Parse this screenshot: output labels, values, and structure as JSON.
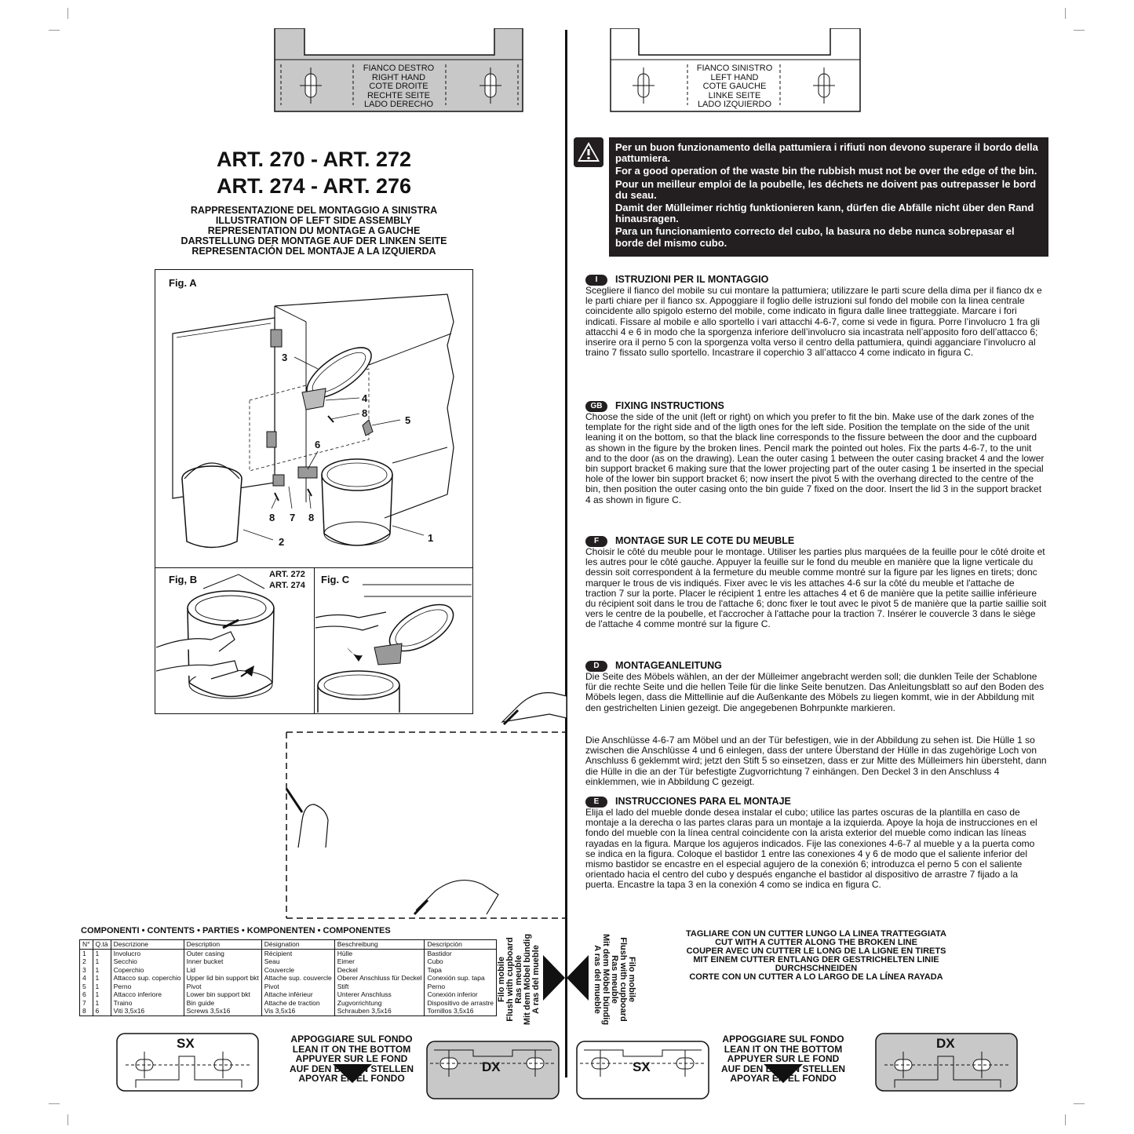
{
  "templates": {
    "right_side_labels": [
      "FIANCO DESTRO",
      "RIGHT HAND",
      "COTE DROITE",
      "RECHTE SEITE",
      "LADO DERECHO"
    ],
    "left_side_labels": [
      "FIANCO SINISTRO",
      "LEFT HAND",
      "COTE GAUCHE",
      "LINKE SEITE",
      "LADO IZQUIERDO"
    ]
  },
  "title": {
    "line1": "ART. 270 - ART. 272",
    "line2": "ART. 274 - ART. 276"
  },
  "subtitles": [
    "RAPPRESENTAZIONE DEL MONTAGGIO A SINISTRA",
    "ILLUSTRATION OF LEFT SIDE ASSEMBLY",
    "REPRESENTATION DU MONTAGE A GAUCHE",
    "DARSTELLUNG DER MONTAGE AUF DER LINKEN SEITE",
    "REPRESENTACIÓN DEL MONTAJE A LA IZQUIERDA"
  ],
  "figures": {
    "fig_a": "Fig. A",
    "fig_b": "Fig, B",
    "fig_c": "Fig. C",
    "fig_b_art1": "ART. 272",
    "fig_b_art2": "ART. 274",
    "callouts": {
      "c3": "3",
      "c4": "4",
      "c8a": "8",
      "c5": "5",
      "c6": "6",
      "c8b": "8",
      "c7": "7",
      "c8c": "8",
      "c2": "2",
      "c1": "1"
    }
  },
  "warning": [
    "Per un buon funzionamento della pattumiera i rifiuti non devono superare il bordo della pattumiera.",
    "For a good operation of the waste bin the rubbish must not be over the edge of the bin.",
    "Pour un meilleur emploi de la poubelle, les déchets ne doivent pas outrepasser le bord du seau.",
    "Damit der Mülleimer richtig funktionieren kann, dürfen die Abfälle nicht über den Rand hinausragen.",
    "Para un funcionamiento correcto del cubo, la basura no debe nunca sobrepasar el borde del mismo cubo."
  ],
  "instructions": {
    "it": {
      "badge": "I",
      "heading": "ISTRUZIONI PER IL MONTAGGIO",
      "text": "Scegliere il fianco del mobile su cui montare la pattumiera; utilizzare le parti scure della dima per il fianco dx e le parti chiare per il fianco sx. Appoggiare il foglio delle istruzioni sul fondo del mobile con la linea centrale coincidente allo spigolo esterno del mobile, come indicato in figura dalle linee tratteggiate. Marcare i fori indicati. Fissare al mobile e allo sportello i vari attacchi 4-6-7, come si vede in figura. Porre l’involucro 1 fra gli attacchi 4 e 6 in modo che la sporgenza inferiore dell’involucro sia incastrata nell’apposito foro dell’attacco 6; inserire ora il perno 5 con la sporgenza volta verso il centro della pattumiera, quindi agganciare l’involucro al traino 7 fissato sullo sportello. Incastrare il coperchio 3 all’attacco 4 come indicato in figura C."
    },
    "gb": {
      "badge": "GB",
      "heading": "FIXING INSTRUCTIONS",
      "text": "Choose the side of the unit (left or right) on which you prefer to fit the bin. Make use of the dark zones of the template for the right side and of the ligth ones for the left side. Position the template on the side of the unit leaning it on the bottom, so that the black line corresponds to the fissure between the door and the cupboard as shown in the figure by the broken lines. Pencil mark the pointed out holes. Fix the parts 4-6-7, to the unit and to the door (as on the drawing). Lean the outer casing 1 between the outer casing bracket 4 and the lower bin support bracket 6 making sure that the lower projecting part of the outer casing 1 be inserted in the special hole of the lower bin support bracket 6; now insert the pivot 5 with the overhang directed to the centre of the bin, then position the outer casing onto the bin guide 7 fixed on the door. Insert the lid 3 in the support bracket 4 as shown in figure C."
    },
    "f": {
      "badge": "F",
      "heading": "MONTAGE SUR LE COTE DU MEUBLE",
      "text": "Choisir le côté du meuble pour le montage. Utiliser les parties plus marquées de la feuille pour le côté droite et les autres pour le côté gauche. Appuyer la feuille sur le fond du meuble en manière que la ligne verticale du dessin soit correspondent à la fermeture du meuble comme montré sur la figure par les lignes en tirets; donc marquer le trous de vis indiqués. Fixer avec le vis les attaches 4-6 sur la côté du meuble et l'attache de traction 7 sur la porte. Placer le récipient 1 entre les attaches 4 et 6 de manière que la petite saillie inférieure du récipient soit dans le trou de l'attache 6; donc fixer le tout avec le pivot 5 de manière que la partie saillie soit vers le centre de la poubelle, et l'accrocher à l'attache pour la traction 7. Insérer le couvercle 3 dans le siège de l'attache 4 comme montré sur la figure C."
    },
    "d": {
      "badge": "D",
      "heading": "MONTAGEANLEITUNG",
      "text1": "Die Seite des Möbels wählen, an der der Mülleimer angebracht werden soll; die dunklen Teile der Schablone für die rechte Seite und die hellen Teile für die linke Seite benutzen. Das Anleitungsblatt so auf den Boden des Möbels legen, dass die Mittellinie auf die Außenkante des Möbels zu liegen kommt, wie in der Abbildung mit den gestrichelten Linien gezeigt. Die angegebenen Bohrpunkte markieren.",
      "text2": "Die Anschlüsse 4-6-7 am Möbel und an der Tür befestigen, wie in der Abbildung zu sehen ist. Die Hülle 1 so zwischen die Anschlüsse 4 und 6 einlegen, dass der untere Überstand der Hülle in das zugehörige Loch von Anschluss 6 geklemmt wird; jetzt den Stift 5 so einsetzen, dass er zur Mitte des Mülleimers hin übersteht, dann die Hülle in die an der Tür befestigte Zugvorrichtung 7 einhängen. Den Deckel 3 in den Anschluss 4 einklemmen, wie in Abbildung C gezeigt."
    },
    "e": {
      "badge": "E",
      "heading": "INSTRUCCIONES PARA EL MONTAJE",
      "text": "Elija el lado del mueble donde desea instalar el cubo; utilice las partes oscuras de la plantilla en caso de montaje a la derecha o las partes claras para un montaje a la izquierda. Apoye la hoja de instrucciones en el fondo del mueble con la línea central coincidente con la arista exterior del mueble como indican las líneas rayadas en la figura. Marque los agujeros indicados. Fije las conexiones 4-6-7 al mueble y a la puerta como se indica en la figura. Coloque el bastidor 1 entre las conexiones 4 y 6 de modo que el saliente inferior del mismo bastidor se encastre en el especial agujero de la conexión 6; introduzca el perno 5 con el saliente orientado hacia el centro del cubo y después enganche el bastidor al dispositivo de arrastre 7 fijado a la puerta. Encastre la tapa 3 en la conexión 4 como se indica en figura C."
    }
  },
  "components": {
    "title": "COMPONENTI • CONTENTS • PARTIES • KOMPONENTEN • COMPONENTES",
    "headers": [
      "N°",
      "Q.tà",
      "Descrizione",
      "Description",
      "Désignation",
      "Beschreibung",
      "Descripción"
    ],
    "rows": [
      [
        "1",
        "1",
        "Involucro",
        "Outer casing",
        "Récipient",
        "Hülle",
        "Bastidor"
      ],
      [
        "2",
        "1",
        "Secchio",
        "Inner bucket",
        "Seau",
        "Eimer",
        "Cubo"
      ],
      [
        "3",
        "1",
        "Coperchio",
        "Lid",
        "Couvercle",
        "Deckel",
        "Tapa"
      ],
      [
        "4",
        "1",
        "Attacco sup. coperchio",
        "Upper lid bin support bkt",
        "Attache sup. couvercle",
        "Oberer Anschluss für Deckel",
        "Conexión sup. tapa"
      ],
      [
        "5",
        "1",
        "Perno",
        "Pivot",
        "Pivot",
        "Stift",
        "Perno"
      ],
      [
        "6",
        "1",
        "Attacco inferiore",
        "Lower bin support bkt",
        "Attache inférieur",
        "Unterer Anschluss",
        "Conexión inferior"
      ],
      [
        "7",
        "1",
        "Traino",
        "Bin guide",
        "Attache de traction",
        "Zugvorrichtung",
        "Dispositivo de arrastre"
      ],
      [
        "8",
        "6",
        "Viti 3,5x16",
        "Screws 3,5x16",
        "Vis 3,5x16",
        "Schrauben 3,5x16",
        "Tornillos 3,5x16"
      ]
    ]
  },
  "flush": [
    "Filo mobile",
    "Flush with cupboard",
    "Ras meuble",
    "Mit dem Möbel bündig",
    "A ras del mueble"
  ],
  "cut_instructions": [
    "TAGLIARE CON UN CUTTER LUNGO LA LINEA TRATTEGGIATA",
    "CUT WITH A CUTTER ALONG THE BROKEN LINE",
    "COUPER AVEC UN CUTTER LE LONG DE LA LIGNE EN TIRETS",
    "MIT EINEM CUTTER ENTLANG DER GESTRICHELTEN LINIE DURCHSCHNEIDEN",
    "CORTE CON UN CUTTER A LO LARGO DE LA LÍNEA RAYADA"
  ],
  "lean_bottom": [
    "APPOGGIARE SUL FONDO",
    "LEAN IT ON THE BOTTOM",
    "APPUYER SUR LE FOND",
    "AUF DEN BODEN STELLEN",
    "APOYAR EN EL FONDO"
  ],
  "bottom_templates": {
    "sx": "SX",
    "dx": "DX"
  },
  "colors": {
    "dark": "#231f20",
    "template_grey": "#c8c8c8",
    "light_grey": "#e6e6e6"
  }
}
